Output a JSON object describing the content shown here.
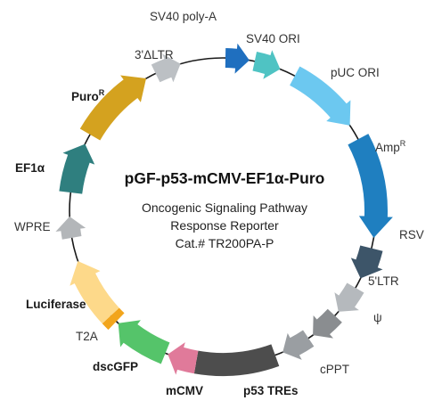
{
  "title": "pGF-p53-mCMV-EF1α-Puro",
  "subtitle_lines": [
    "Oncogenic Signaling Pathway",
    "Response Reporter",
    "Cat.# TR200PA-P"
  ],
  "features": [
    {
      "id": "sv40-polya",
      "label": "SV40 poly-A",
      "color": "#1f6fbf"
    },
    {
      "id": "sv40-ori",
      "label": "SV40 ORI",
      "color": "#4fc3c3"
    },
    {
      "id": "puc-ori",
      "label": "pUC ORI",
      "color": "#6cc8f0"
    },
    {
      "id": "ampr",
      "label": "Amp",
      "sup": "R",
      "color": "#1f7fc0"
    },
    {
      "id": "rsv",
      "label": "RSV",
      "color": "#3d5569"
    },
    {
      "id": "5ltr",
      "label": "5'LTR",
      "color": "#b5b9bd"
    },
    {
      "id": "psi",
      "label": "ψ",
      "color": "#8a8d90"
    },
    {
      "id": "cppt",
      "label": "cPPT",
      "color": "#9a9ea2"
    },
    {
      "id": "p53-tres",
      "label": "p53 TREs",
      "color": "#4d4d4d"
    },
    {
      "id": "mcmv",
      "label": "mCMV",
      "color": "#e07a9a"
    },
    {
      "id": "dscgfp",
      "label": "dscGFP",
      "color": "#55c46a"
    },
    {
      "id": "t2a",
      "label": "T2A",
      "color": "#f2a51c"
    },
    {
      "id": "luciferase",
      "label": "Luciferase",
      "color": "#fdd98a"
    },
    {
      "id": "wpre",
      "label": "WPRE",
      "color": "#b3b6b9"
    },
    {
      "id": "ef1a",
      "label": "EF1α",
      "color": "#2f7f7f"
    },
    {
      "id": "puror",
      "label": "Puro",
      "sup": "R",
      "color": "#d4a21f"
    },
    {
      "id": "3ltr",
      "label": "3'ΔLTR",
      "color": "#bcc0c4"
    }
  ]
}
